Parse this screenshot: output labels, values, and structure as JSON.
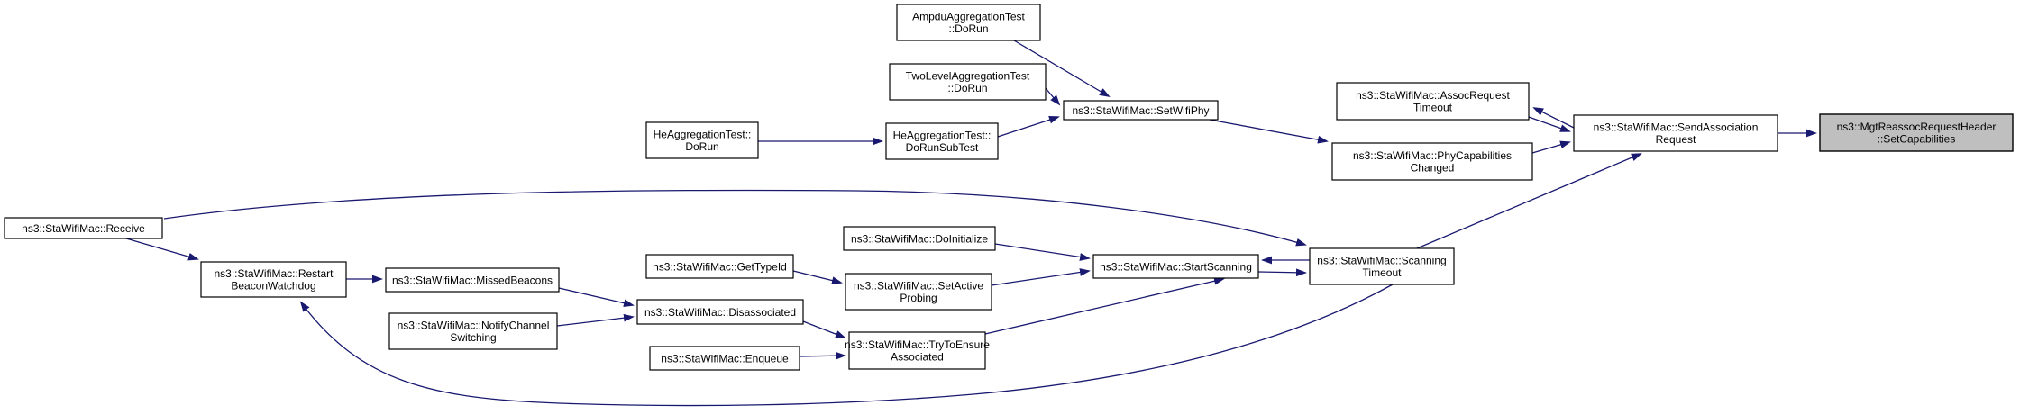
{
  "diagram": {
    "type": "call-graph",
    "background": "#ffffff",
    "edge_color": "#191970",
    "node_fill": "#ffffff",
    "node_border": "#000000",
    "highlight_fill": "#bfbfbf",
    "nodes": [
      {
        "id": "ampdu-dorun",
        "label_lines": [
          "AmpduAggregationTest",
          "::DoRun"
        ],
        "highlighted": false
      },
      {
        "id": "twolevel-dorun",
        "label_lines": [
          "TwoLevelAggregationTest",
          "::DoRun"
        ],
        "highlighted": false
      },
      {
        "id": "he-dorun",
        "label_lines": [
          "HeAggregationTest::",
          "DoRun"
        ],
        "highlighted": false
      },
      {
        "id": "he-dorunsubtest",
        "label_lines": [
          "HeAggregationTest::",
          "DoRunSubTest"
        ],
        "highlighted": false
      },
      {
        "id": "setwifiphy",
        "label_lines": [
          "ns3::StaWifiMac::SetWifiPhy"
        ],
        "highlighted": false
      },
      {
        "id": "assocrequest-timeout",
        "label_lines": [
          "ns3::StaWifiMac::AssocRequest",
          "Timeout"
        ],
        "highlighted": false
      },
      {
        "id": "phycapabilities-changed",
        "label_lines": [
          "ns3::StaWifiMac::PhyCapabilities",
          "Changed"
        ],
        "highlighted": false
      },
      {
        "id": "sendassociation-request",
        "label_lines": [
          "ns3::StaWifiMac::SendAssociation",
          "Request"
        ],
        "highlighted": false
      },
      {
        "id": "setcapabilities",
        "label_lines": [
          "ns3::MgtReassocRequestHeader",
          "::SetCapabilities"
        ],
        "highlighted": true
      },
      {
        "id": "receive",
        "label_lines": [
          "ns3::StaWifiMac::Receive"
        ],
        "highlighted": false
      },
      {
        "id": "restart-beaconwatchdog",
        "label_lines": [
          "ns3::StaWifiMac::Restart",
          "BeaconWatchdog"
        ],
        "highlighted": false
      },
      {
        "id": "missed-beacons",
        "label_lines": [
          "ns3::StaWifiMac::MissedBeacons"
        ],
        "highlighted": false
      },
      {
        "id": "gettypeid",
        "label_lines": [
          "ns3::StaWifiMac::GetTypeId"
        ],
        "highlighted": false
      },
      {
        "id": "doinitialize",
        "label_lines": [
          "ns3::StaWifiMac::DoInitialize"
        ],
        "highlighted": false
      },
      {
        "id": "setactive-probing",
        "label_lines": [
          "ns3::StaWifiMac::SetActive",
          "Probing"
        ],
        "highlighted": false
      },
      {
        "id": "disassociated",
        "label_lines": [
          "ns3::StaWifiMac::Disassociated"
        ],
        "highlighted": false
      },
      {
        "id": "notifychannel-switching",
        "label_lines": [
          "ns3::StaWifiMac::NotifyChannel",
          "Switching"
        ],
        "highlighted": false
      },
      {
        "id": "enqueue",
        "label_lines": [
          "ns3::StaWifiMac::Enqueue"
        ],
        "highlighted": false
      },
      {
        "id": "trytoensure-associated",
        "label_lines": [
          "ns3::StaWifiMac::TryToEnsure",
          "Associated"
        ],
        "highlighted": false
      },
      {
        "id": "startscanning",
        "label_lines": [
          "ns3::StaWifiMac::StartScanning"
        ],
        "highlighted": false
      },
      {
        "id": "scanning-timeout",
        "label_lines": [
          "ns3::StaWifiMac::Scanning",
          "Timeout"
        ],
        "highlighted": false
      }
    ],
    "edges": [
      {
        "from": "ampdu-dorun",
        "to": "setwifiphy"
      },
      {
        "from": "twolevel-dorun",
        "to": "setwifiphy"
      },
      {
        "from": "he-dorun",
        "to": "he-dorunsubtest"
      },
      {
        "from": "he-dorunsubtest",
        "to": "setwifiphy"
      },
      {
        "from": "setwifiphy",
        "to": "phycapabilities-changed"
      },
      {
        "from": "sendassociation-request",
        "to": "assocrequest-timeout"
      },
      {
        "from": "assocrequest-timeout",
        "to": "sendassociation-request"
      },
      {
        "from": "phycapabilities-changed",
        "to": "sendassociation-request"
      },
      {
        "from": "sendassociation-request",
        "to": "setcapabilities"
      },
      {
        "from": "scanning-timeout",
        "to": "sendassociation-request"
      },
      {
        "from": "receive",
        "to": "scanning-timeout"
      },
      {
        "from": "receive",
        "to": "restart-beaconwatchdog"
      },
      {
        "from": "restart-beaconwatchdog",
        "to": "missed-beacons"
      },
      {
        "from": "missed-beacons",
        "to": "disassociated"
      },
      {
        "from": "notifychannel-switching",
        "to": "disassociated"
      },
      {
        "from": "disassociated",
        "to": "trytoensure-associated"
      },
      {
        "from": "enqueue",
        "to": "trytoensure-associated"
      },
      {
        "from": "trytoensure-associated",
        "to": "startscanning"
      },
      {
        "from": "gettypeid",
        "to": "setactive-probing"
      },
      {
        "from": "doinitialize",
        "to": "startscanning"
      },
      {
        "from": "setactive-probing",
        "to": "startscanning"
      },
      {
        "from": "scanning-timeout",
        "to": "startscanning"
      },
      {
        "from": "startscanning",
        "to": "scanning-timeout"
      },
      {
        "from": "scanning-timeout",
        "to": "restart-beaconwatchdog"
      }
    ]
  }
}
